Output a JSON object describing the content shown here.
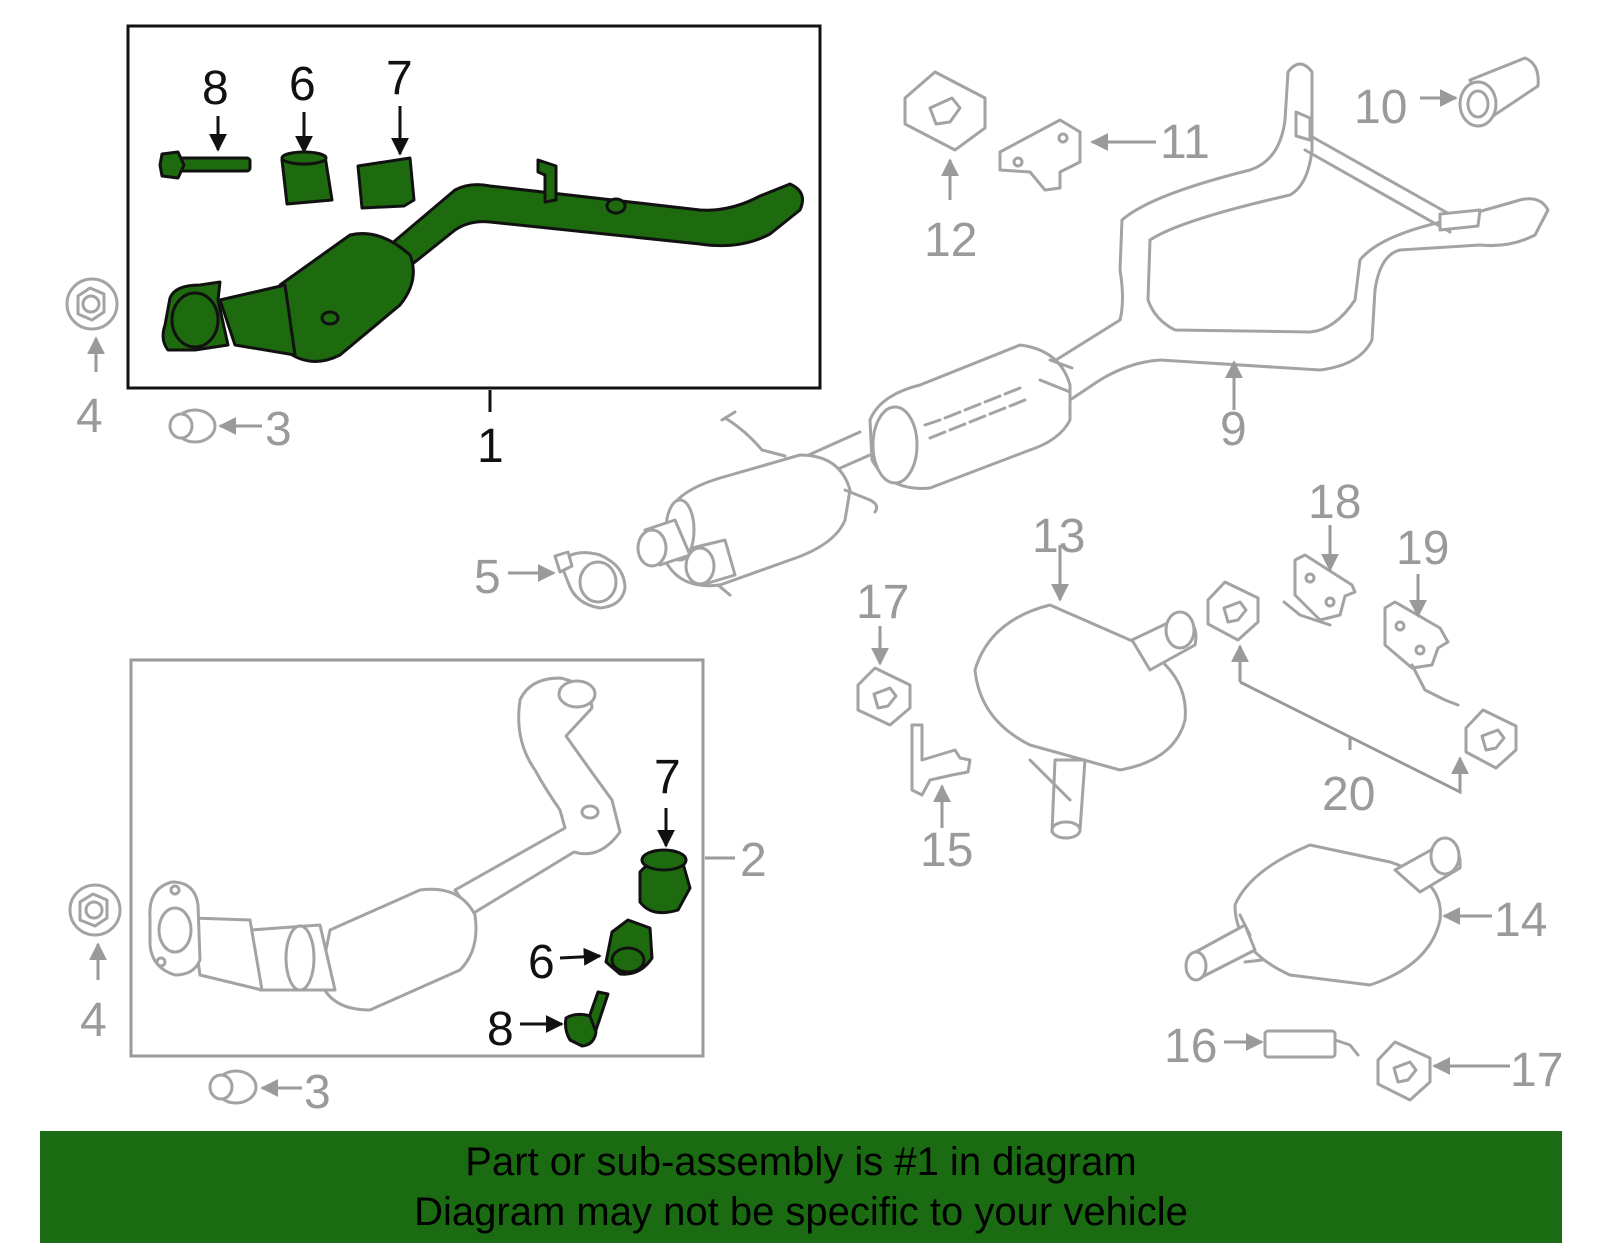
{
  "callouts": {
    "c1": "1",
    "c2": "2",
    "c3a": "3",
    "c3b": "3",
    "c4a": "4",
    "c4b": "4",
    "c5": "5",
    "c6a": "6",
    "c6b": "6",
    "c7a": "7",
    "c7b": "7",
    "c8a": "8",
    "c8b": "8",
    "c9": "9",
    "c10": "10",
    "c11": "11",
    "c12": "12",
    "c13": "13",
    "c14": "14",
    "c15": "15",
    "c16": "16",
    "c17a": "17",
    "c17b": "17",
    "c18": "18",
    "c19": "19",
    "c20": "20"
  },
  "highlighted_part": "1",
  "colors": {
    "highlight": "#1e6b0f",
    "banner": "#1a6b12",
    "gray_part": "#a3a3a3"
  },
  "banner": {
    "line1": "Part or sub-assembly is #1 in diagram",
    "line2": "Diagram may not be specific to your vehicle"
  }
}
